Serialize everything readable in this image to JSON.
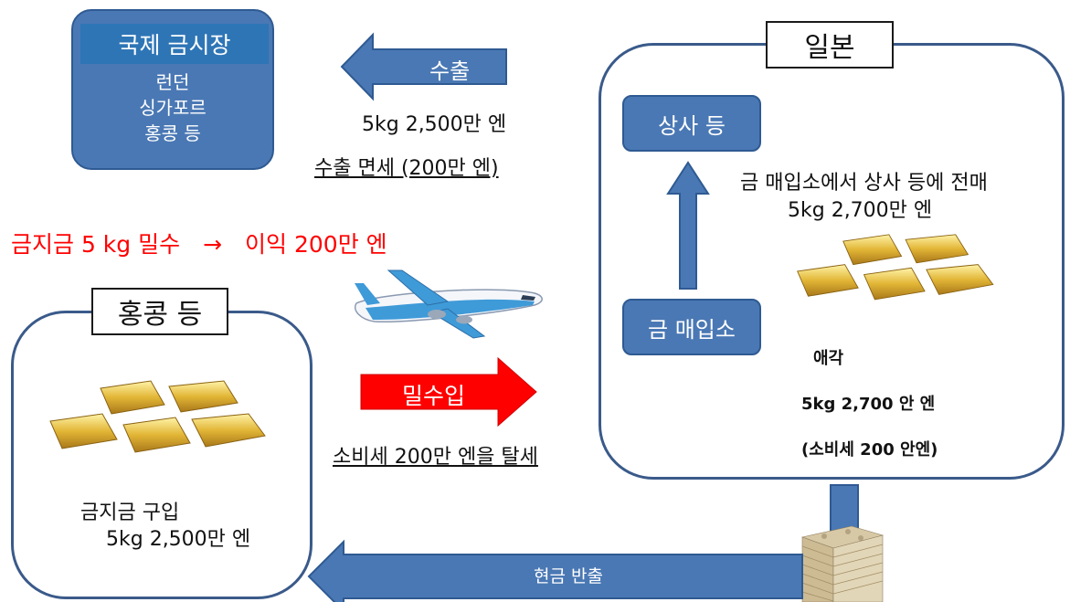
{
  "market": {
    "title": "국제 금시장",
    "places": [
      "런던",
      "싱가포르",
      "홍콩 등"
    ]
  },
  "export_arrow": {
    "label": "수출"
  },
  "export_info": {
    "amount": "5kg 2,500만 엔",
    "tax": "수출 면세 (200만 엔)"
  },
  "profit": "금지금 5 kg 밀수　→　이익 200만 엔",
  "hongkong": {
    "tag": "홍콩 등",
    "buy_label": "금지금 구입",
    "buy_amount": "5kg 2,500만 엔"
  },
  "smuggle_arrow": {
    "label": "밀수입"
  },
  "smuggle_tax": "소비세 200만 엔을 탈세",
  "japan": {
    "tag": "일본",
    "trader": "상사 등",
    "buyer": "금 매입소",
    "resale_label": "금 매입소에서 상사 등에 전매",
    "resale_amount": "5kg 2,700만 엔",
    "sale_label": "애각",
    "sale_amount": "5kg 2,700 안 엔",
    "sale_tax": "(소비세 200 안엔)"
  },
  "cash_arrow": {
    "label": "현금 반출"
  },
  "colors": {
    "arrow_blue": "#4a78b4",
    "box_blue": "#4a78b4",
    "red": "#ff0000",
    "frame": "#3a5a8a",
    "gold": "#d9a520"
  },
  "icons": [
    "airplane-icon",
    "gold-bars-icon",
    "cash-stack-icon"
  ]
}
